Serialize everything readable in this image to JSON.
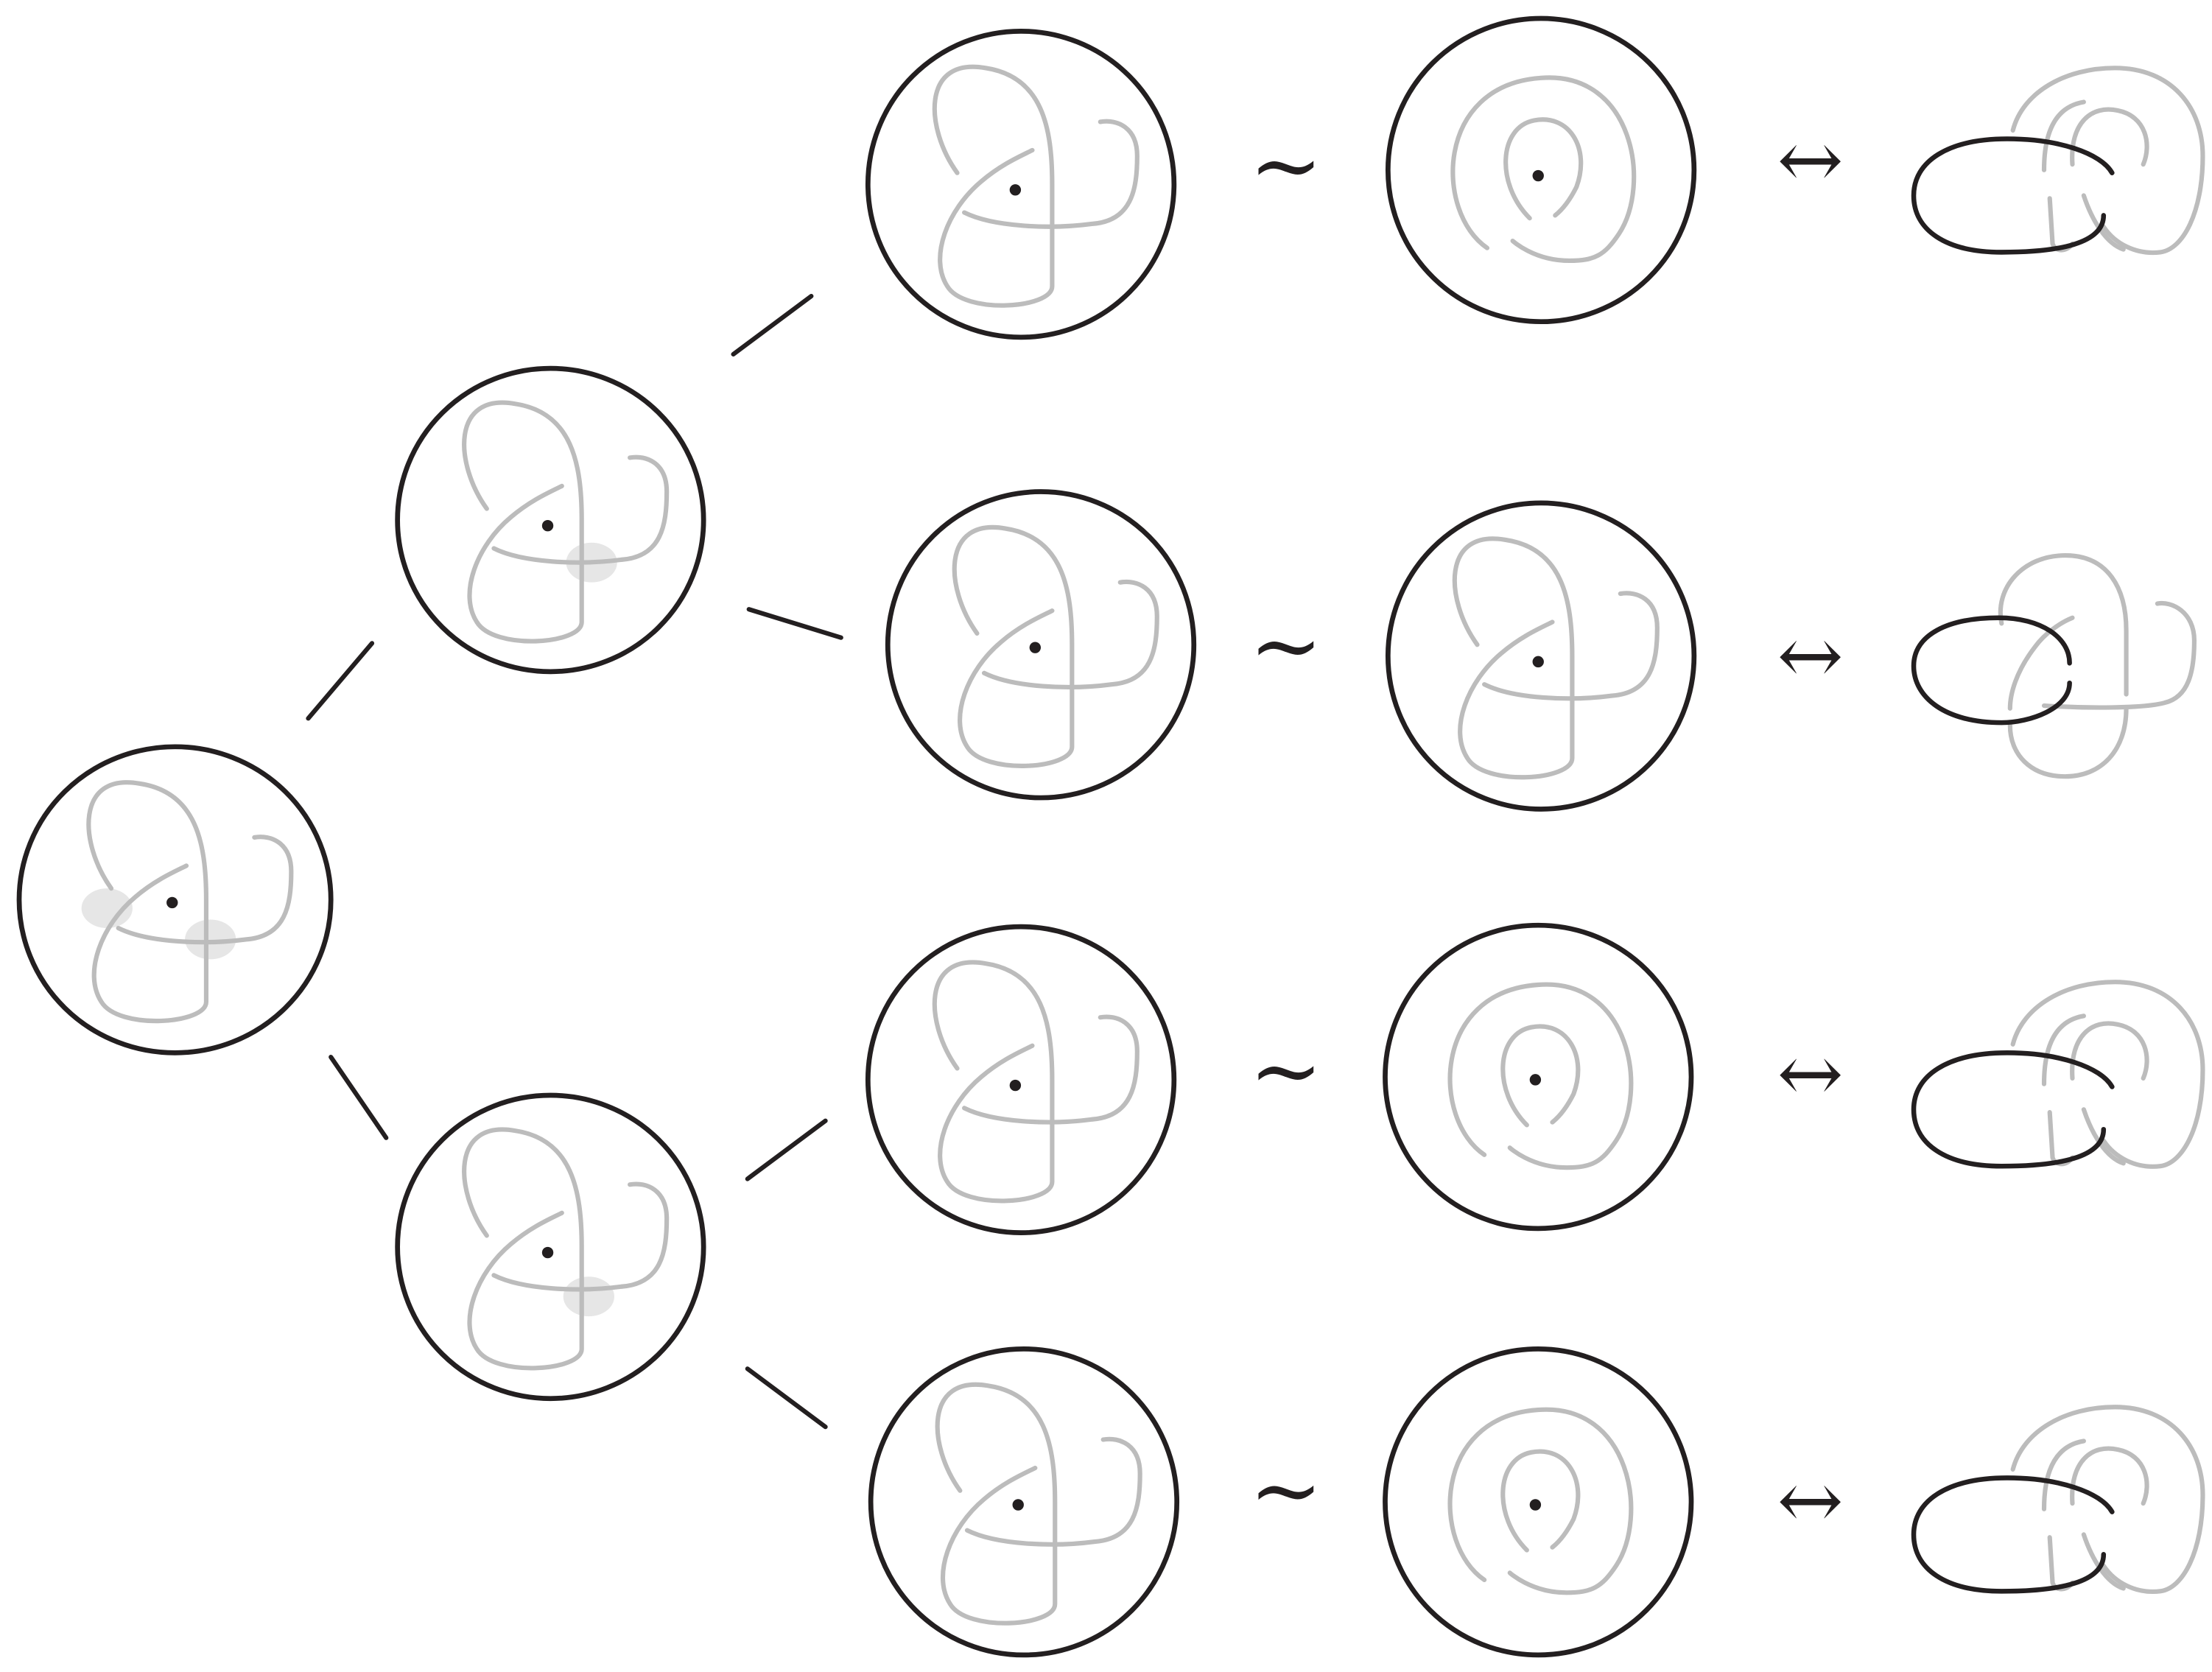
{
  "diagram": {
    "tilde_symbol": "~",
    "arrow_symbol": "↔"
  },
  "colors": {
    "ink": "#231f20",
    "strand": "#bcbcbc",
    "crossing_highlight": "#e6e6e6",
    "background": "#ffffff"
  },
  "rows": [
    {
      "id": "row-1",
      "tilde": "~",
      "arrow": "↔"
    },
    {
      "id": "row-2",
      "tilde": "~",
      "arrow": "↔"
    },
    {
      "id": "row-3",
      "tilde": "~",
      "arrow": "↔"
    },
    {
      "id": "row-4",
      "tilde": "~",
      "arrow": "↔"
    }
  ]
}
